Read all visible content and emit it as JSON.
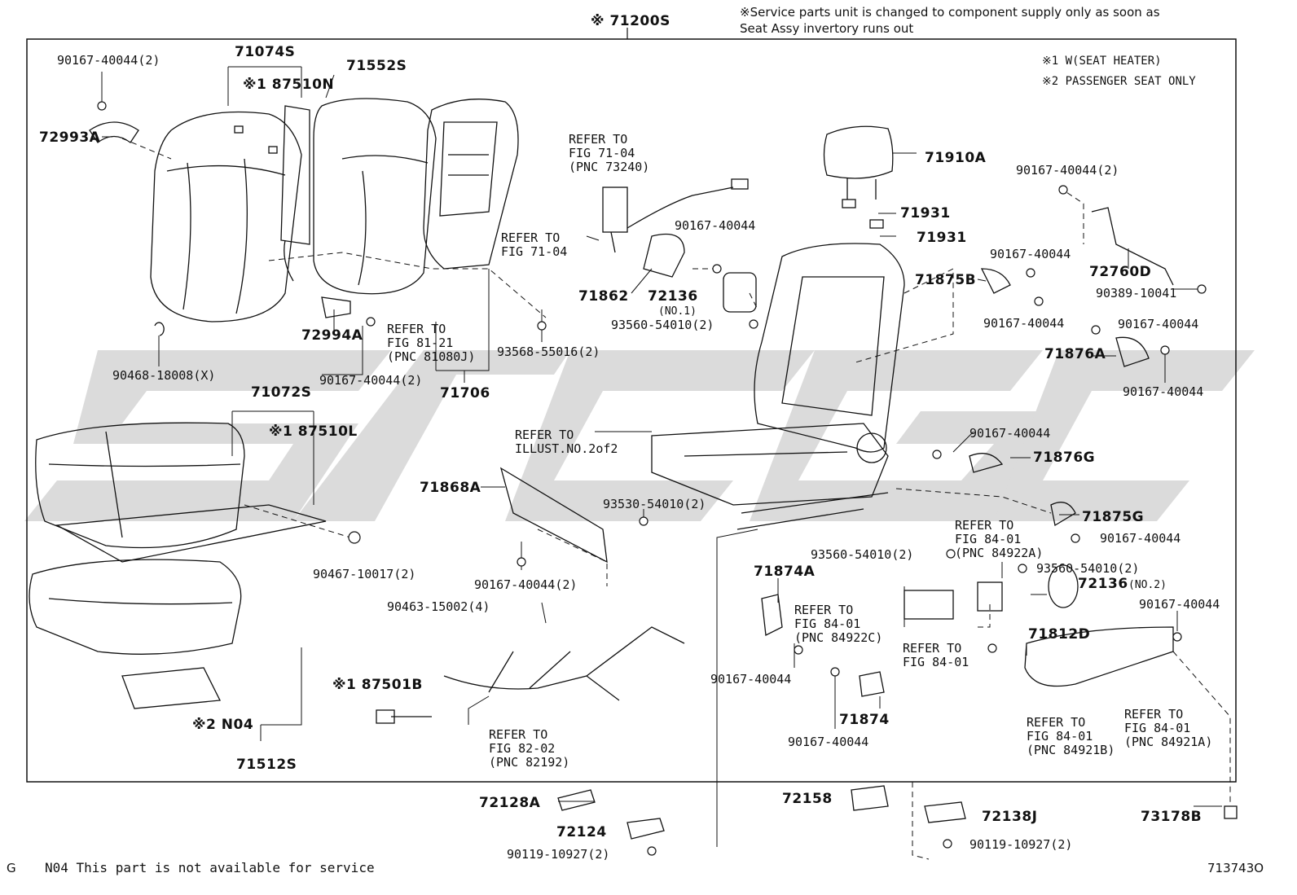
{
  "header": {
    "assembly": "※ 71200S",
    "service_note_line1": "※Service parts unit is changed to component supply only as soon as",
    "service_note_line2": "Seat Assy invertory runs out"
  },
  "legend": {
    "note1": "※1 W(SEAT HEATER)",
    "note2": "※2 PASSENGER SEAT ONLY"
  },
  "footer": {
    "left_code": "G",
    "availability_note": "N04  This part is not available for service",
    "diagram_id": "713743O"
  },
  "parts": {
    "p71074S": "71074S",
    "p87510N": "※1 87510N",
    "p71552S": "71552S",
    "p90167_40044_2_tl": "90167-40044(2)",
    "p72993A": "72993A",
    "p72994A": "72994A",
    "p90167_40044_2_mid": "90167-40044(2)",
    "p90468_18008": "90468-18008(X)",
    "p71072S": "71072S",
    "p87510L": "※1 87510L",
    "p90467_10017": "90467-10017(2)",
    "p71706": "71706",
    "p93568_55016": "93568-55016(2)",
    "ref_81_21_a": "REFER TO",
    "ref_81_21_b": "FIG 81-21",
    "ref_81_21_c": "(PNC 81080J)",
    "ref_71_04_a": "REFER TO",
    "ref_71_04_b": "FIG 71-04",
    "ref_71_04_pnc_a": "REFER TO",
    "ref_71_04_pnc_b": "FIG 71-04",
    "ref_71_04_pnc_c": "(PNC 73240)",
    "p90167_40044_belt": "90167-40044",
    "p71862": "71862",
    "p72136_no1": "72136",
    "p72136_no1_sub": "(NO.1)",
    "p93560_54010_2_a": "93560-54010(2)",
    "p71910A": "71910A",
    "p71931_a": "71931",
    "p71931_b": "71931",
    "p71875B": "71875B",
    "p90167_40044_2_tr": "90167-40044(2)",
    "p72760D": "72760D",
    "p90167_40044_r1": "90167-40044",
    "p90389_10041": "90389-10041",
    "p90167_40044_r2": "90167-40044",
    "p90167_40044_r3": "90167-40044",
    "p71876A": "71876A",
    "p90167_40044_r4": "90167-40044",
    "ref_illust_a": "REFER TO",
    "ref_illust_b": "ILLUST.NO.2of2",
    "p90167_40044_876g": "90167-40044",
    "p71876G": "71876G",
    "p71875G": "71875G",
    "p90167_40044_875g": "90167-40044",
    "p71868A": "71868A",
    "p93530_54010": "93530-54010(2)",
    "p90167_40044_2_868": "90167-40044(2)",
    "p93560_54010_2_b": "93560-54010(2)",
    "ref_84_01_922a_a": "REFER TO",
    "ref_84_01_922a_b": "FIG 84-01",
    "ref_84_01_922a_c": "(PNC 84922A)",
    "p93560_54010_2_c": "93560-54010(2)",
    "p72136_no2": "72136",
    "p72136_no2_sub": "(NO.2)",
    "p71874A": "71874A",
    "ref_84_01_922c_a": "REFER TO",
    "ref_84_01_922c_b": "FIG 84-01",
    "ref_84_01_922c_c": "(PNC 84922C)",
    "ref_84_01_a": "REFER TO",
    "ref_84_01_b": "FIG 84-01",
    "p90167_40044_874a": "90167-40044",
    "p90167_40044_812": "90167-40044",
    "p71812D": "71812D",
    "p90463_15002": "90463-15002(4)",
    "p87501B": "※1 87501B",
    "ref_82_02_a": "REFER TO",
    "ref_82_02_b": "FIG 82-02",
    "ref_82_02_c": "(PNC 82192)",
    "p71874": "71874",
    "p90167_40044_874": "90167-40044",
    "ref_84_01_921b_a": "REFER TO",
    "ref_84_01_921b_b": "FIG 84-01",
    "ref_84_01_921b_c": "(PNC 84921B)",
    "ref_84_01_921a_a": "REFER TO",
    "ref_84_01_921a_b": "FIG 84-01",
    "ref_84_01_921a_c": "(PNC 84921A)",
    "pN04": "※2 N04",
    "p71512S": "71512S",
    "p72128A": "72128A",
    "p72124": "72124",
    "p90119_10927_2_a": "90119-10927(2)",
    "p72158": "72158",
    "p72138J": "72138J",
    "p90119_10927_2_b": "90119-10927(2)",
    "p73178B": "73178B"
  }
}
